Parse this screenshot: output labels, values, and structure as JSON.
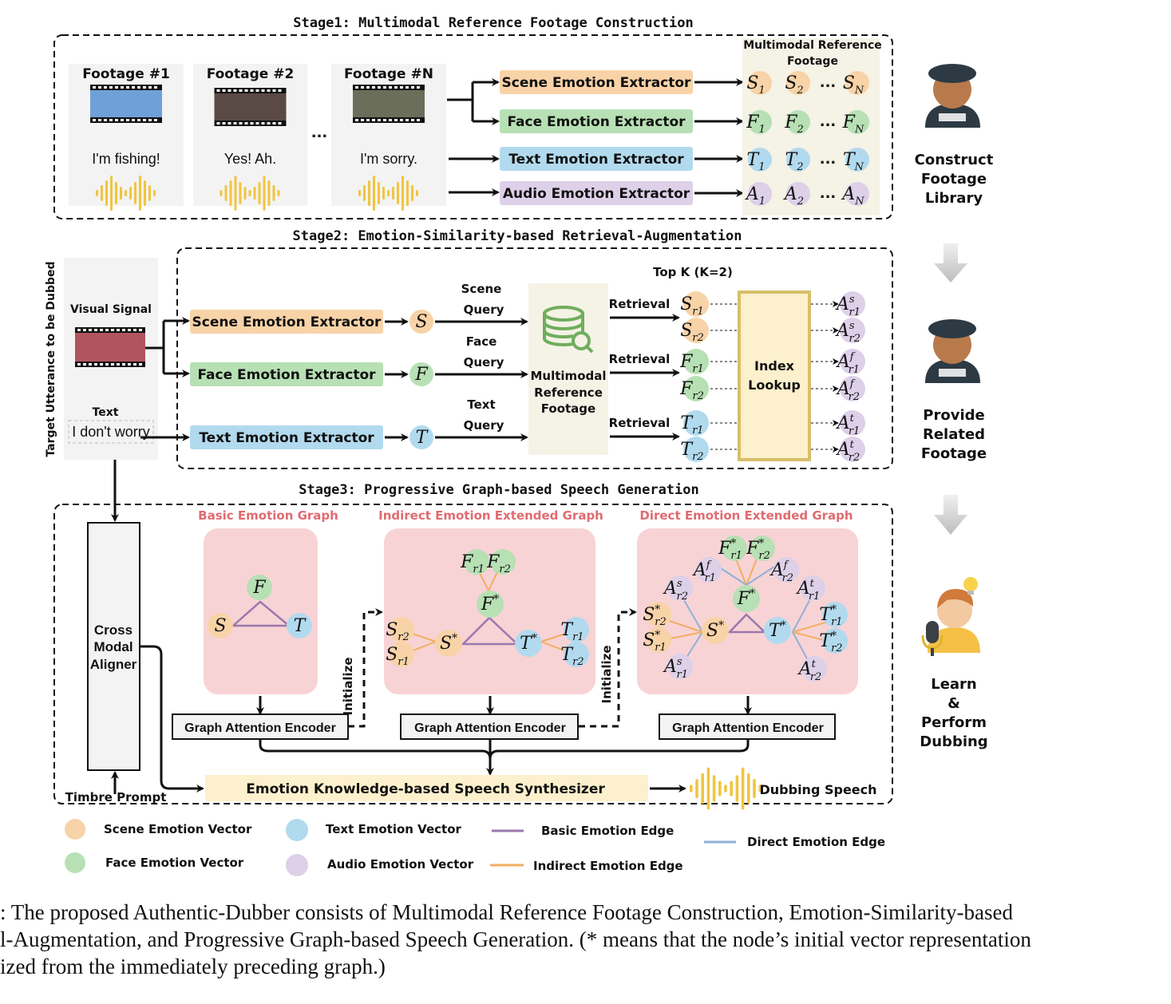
{
  "colors": {
    "scene": "#f8d3a8",
    "face": "#b7e0b4",
    "text": "#b2daee",
    "audio": "#ddd0e8",
    "basic_edge": "#9a78ad",
    "indirect_edge": "#f2ae63",
    "direct_edge": "#8fb0d9",
    "graph_bg": "#f8d3d5",
    "graph_title": "#e06b70",
    "index_lookup": "#fdf0cc",
    "index_border": "#d7bf6a",
    "synth": "#fdf0cc",
    "ref_footage_bg": "#f5f2e6",
    "wave": "#f1c540",
    "db_icon": "#6fae5c"
  },
  "stage1": {
    "title": "Stage1: Multimodal Reference Footage Construction",
    "footage": [
      {
        "label": "Footage #1",
        "text": "I'm fishing!"
      },
      {
        "label": "Footage #2",
        "text": "Yes! Ah."
      },
      {
        "label": "Footage #N",
        "text": "I'm sorry."
      }
    ],
    "ellipsis": "...",
    "extractors": [
      "Scene Emotion Extractor",
      "Face Emotion Extractor",
      "Text Emotion Extractor",
      "Audio Emotion Extractor"
    ],
    "library_title_1": "Multimodal Reference",
    "library_title_2": "Footage",
    "rows": [
      {
        "base": "S",
        "items": [
          "1",
          "2",
          "N"
        ]
      },
      {
        "base": "F",
        "items": [
          "1",
          "2",
          "N"
        ]
      },
      {
        "base": "T",
        "items": [
          "1",
          "2",
          "N"
        ]
      },
      {
        "base": "A",
        "items": [
          "1",
          "2",
          "N"
        ]
      }
    ],
    "dots": "..."
  },
  "stage2": {
    "title": "Stage2: Emotion-Similarity-based Retrieval-Augmentation",
    "target_label": "Target Utterance to be Dubbed",
    "visual_signal": "Visual Signal",
    "text_label": "Text",
    "text_value": "I don't worry",
    "extractors": [
      "Scene Emotion Extractor",
      "Face Emotion Extractor",
      "Text Emotion Extractor"
    ],
    "nodes": [
      "S",
      "F",
      "T"
    ],
    "queries": [
      [
        "Scene",
        "Query"
      ],
      [
        "Face",
        "Query"
      ],
      [
        "Text",
        "Query"
      ]
    ],
    "ref_footage": [
      "Multimodal",
      "Reference",
      "Footage"
    ],
    "topk": "Top K (K=2)",
    "retrieval": "Retrieval",
    "retrieved": [
      {
        "base": "S",
        "sub": "r1"
      },
      {
        "base": "S",
        "sub": "r2"
      },
      {
        "base": "F",
        "sub": "r1"
      },
      {
        "base": "F",
        "sub": "r2"
      },
      {
        "base": "T",
        "sub": "r1"
      },
      {
        "base": "T",
        "sub": "r2"
      }
    ],
    "index_lookup": [
      "Index",
      "Lookup"
    ],
    "audio_out": [
      {
        "sup": "s",
        "sub": "r1"
      },
      {
        "sup": "s",
        "sub": "r2"
      },
      {
        "sup": "f",
        "sub": "r1"
      },
      {
        "sup": "f",
        "sub": "r2"
      },
      {
        "sup": "t",
        "sub": "r1"
      },
      {
        "sup": "t",
        "sub": "r2"
      }
    ]
  },
  "stage3": {
    "title": "Stage3: Progressive Graph-based Speech Generation",
    "aligner": [
      "Cross",
      "Modal",
      "Aligner"
    ],
    "timbre": "Timbre Prompt",
    "graphs": [
      "Basic Emotion Graph",
      "Indirect Emotion Extended Graph",
      "Direct Emotion Extended Graph"
    ],
    "encoder": "Graph Attention Encoder",
    "initialize": "Initialize",
    "synth": "Emotion Knowledge-based Speech Synthesizer",
    "output": "Dubbing Speech"
  },
  "side": {
    "step1": [
      "Construct",
      "Footage",
      "Library"
    ],
    "step2": [
      "Provide",
      "Related",
      "Footage"
    ],
    "step3": [
      "Learn",
      "&",
      "Perform",
      "Dubbing"
    ]
  },
  "legend": {
    "scene_vec": "Scene Emotion Vector",
    "face_vec": "Face Emotion Vector",
    "text_vec": "Text Emotion Vector",
    "audio_vec": "Audio Emotion Vector",
    "basic_edge": "Basic Emotion Edge",
    "indirect_edge": "Indirect Emotion Edge",
    "direct_edge": "Direct Emotion Edge"
  },
  "caption": {
    "line1": ": The proposed Authentic-Dubber consists of Multimodal Reference Footage Construction, Emotion-Similarity-based",
    "line2": "l-Augmentation, and Progressive Graph-based Speech Generation. (* means that the node’s initial vector representation",
    "line3": "ized from the immediately preceding graph.)"
  }
}
